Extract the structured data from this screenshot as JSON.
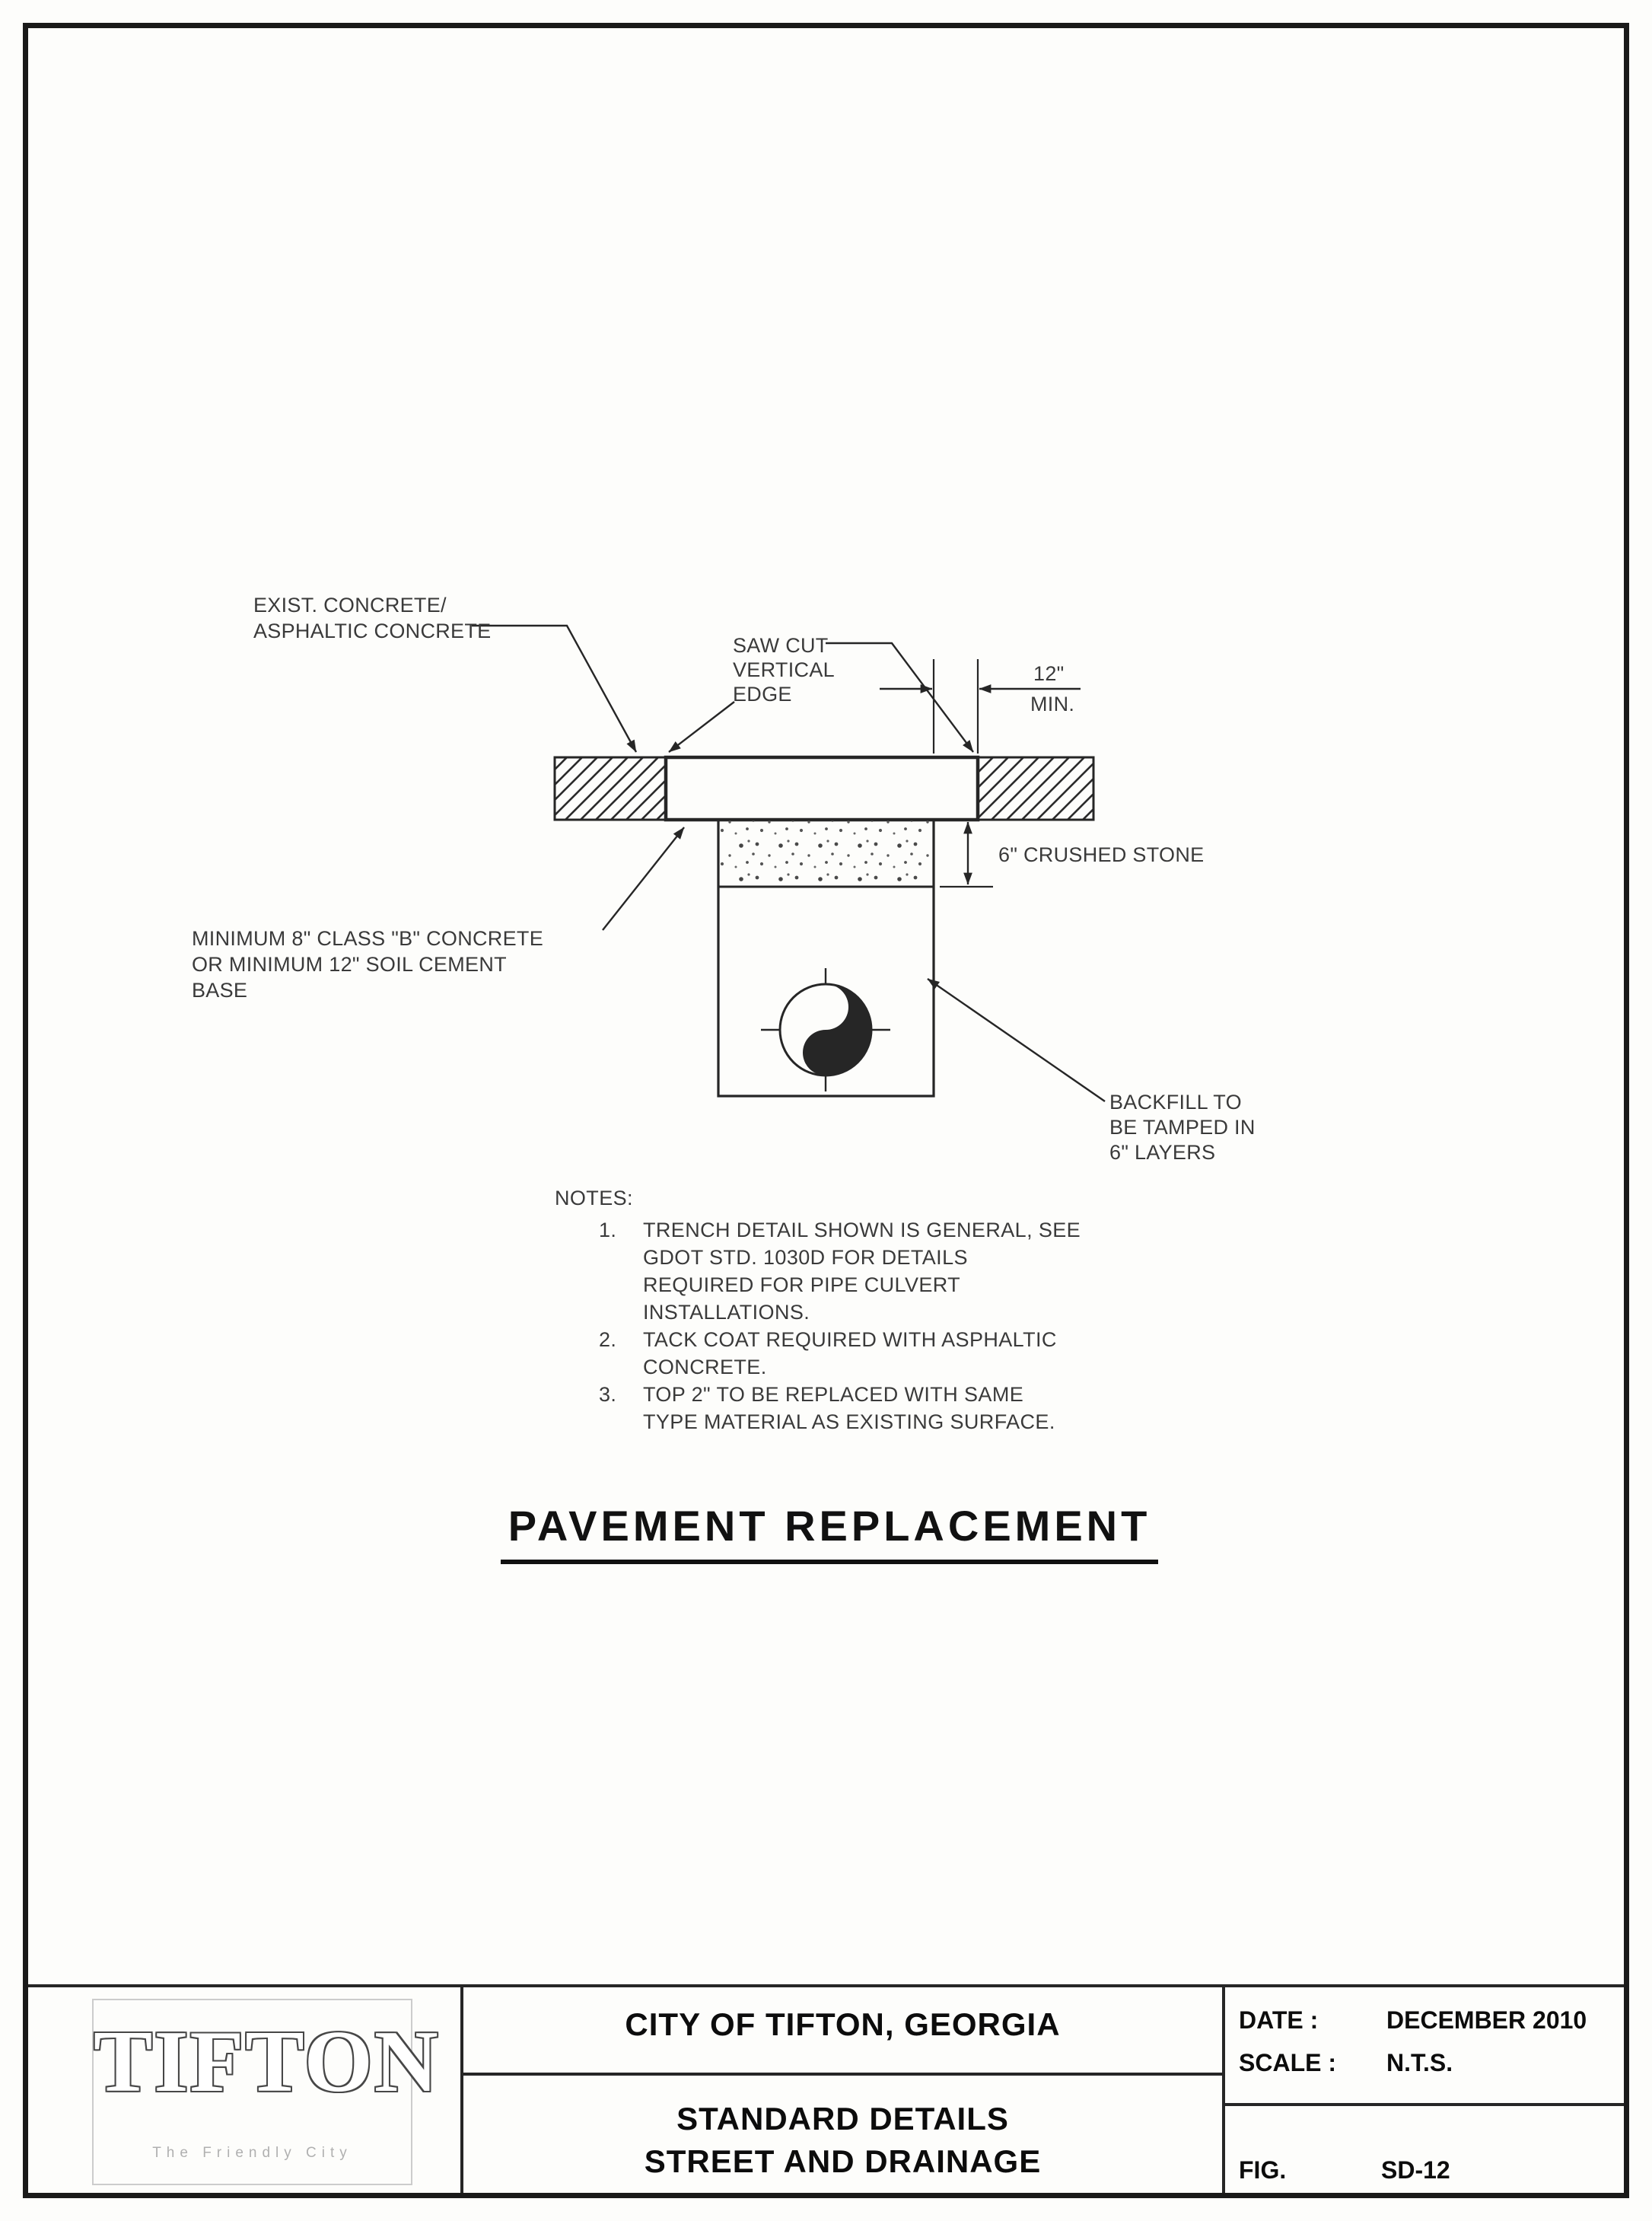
{
  "colors": {
    "ink": "#262626",
    "paper": "#fdfdfb"
  },
  "diagram": {
    "labels": {
      "exist_concrete_1": "EXIST. CONCRETE/",
      "exist_concrete_2": "ASPHALTIC CONCRETE",
      "saw_cut_1": "SAW CUT",
      "saw_cut_2": "VERTICAL",
      "saw_cut_3": "EDGE",
      "dim_width": "12\"",
      "dim_min": "MIN.",
      "crushed_stone": "6\" CRUSHED STONE",
      "base_1": "MINIMUM 8\" CLASS \"B\" CONCRETE",
      "base_2": "OR MINIMUM 12\" SOIL CEMENT",
      "base_3": "BASE",
      "backfill_1": "BACKFILL TO",
      "backfill_2": "BE TAMPED IN",
      "backfill_3": "6\" LAYERS"
    },
    "notes": {
      "heading": "NOTES:",
      "items": [
        {
          "num": "1.",
          "lines": [
            "TRENCH DETAIL SHOWN IS GENERAL, SEE",
            "GDOT STD. 1030D FOR DETAILS",
            "REQUIRED FOR PIPE CULVERT",
            "INSTALLATIONS."
          ]
        },
        {
          "num": "2.",
          "lines": [
            "TACK COAT REQUIRED WITH ASPHALTIC",
            "CONCRETE."
          ]
        },
        {
          "num": "3.",
          "lines": [
            "TOP 2\" TO BE REPLACED WITH SAME",
            "TYPE MATERIAL AS EXISTING SURFACE."
          ]
        }
      ]
    },
    "title": "PAVEMENT REPLACEMENT"
  },
  "title_block": {
    "logo": {
      "name": "TIFTON",
      "tagline": "The Friendly City"
    },
    "org": "CITY OF TIFTON, GEORGIA",
    "sheet_1": "STANDARD DETAILS",
    "sheet_2": "STREET AND DRAINAGE",
    "date_label": "DATE :",
    "date_value": "DECEMBER 2010",
    "scale_label": "SCALE :",
    "scale_value": "N.T.S.",
    "fig_label": "FIG.",
    "fig_value": "SD-12"
  }
}
